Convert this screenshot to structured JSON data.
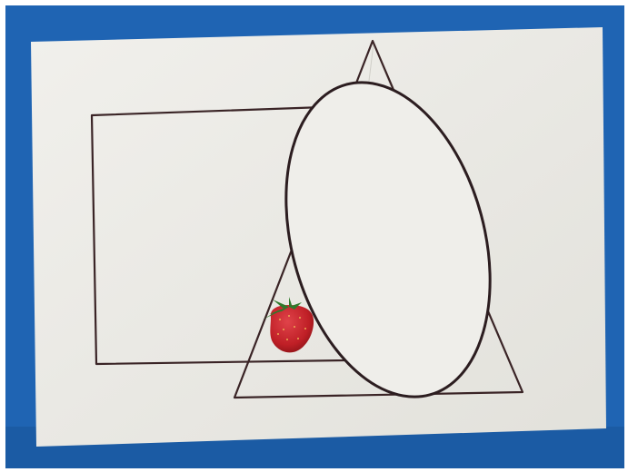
{
  "scene": {
    "colors": {
      "frame": "#ffffff",
      "backdrop": "#1f64b3",
      "backdrop_shadow": "#174f92",
      "paper": "#ecebe6",
      "paper_shade": "#dcdcd5",
      "ink": "#3a2426",
      "ellipse_fill": "#efeeea",
      "strawberry": "#c4242a",
      "strawberry_dark": "#8e1418",
      "strawberry_seed": "#f2c35a",
      "leaf": "#2f7a2c"
    },
    "shapes": [
      "square-outline",
      "triangle-outline",
      "ellipse-outline",
      "strawberry-image"
    ]
  }
}
